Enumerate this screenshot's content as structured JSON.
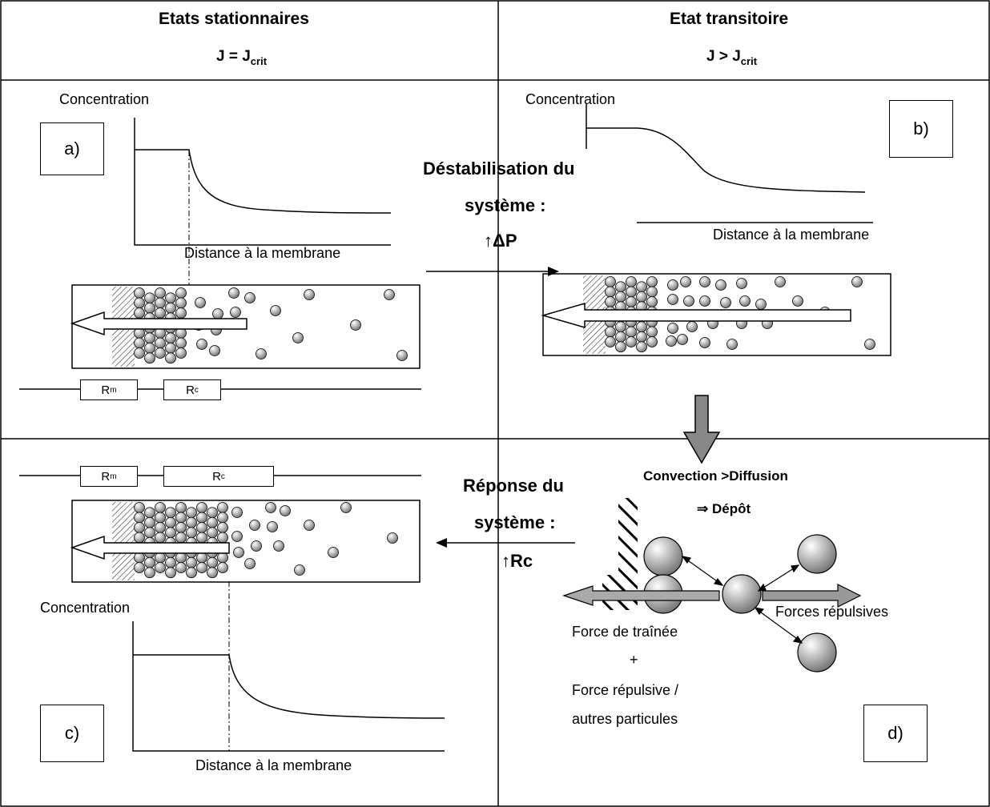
{
  "headers": {
    "left_title": "Etats stationnaires",
    "left_eq_main": "J = J",
    "left_eq_sub": "crit",
    "right_title": "Etat transitoire",
    "right_eq_main": "J > J",
    "right_eq_sub": "crit"
  },
  "panels": {
    "a": {
      "tag": "a)",
      "ylabel": "Concentration",
      "xlabel": "Distance à la membrane",
      "rm": "R",
      "rm_sub": "m",
      "rc": "R",
      "rc_sub": "c"
    },
    "b": {
      "tag": "b)",
      "ylabel": "Concentration",
      "xlabel": "Distance à la membrane"
    },
    "c": {
      "tag": "c)",
      "ylabel": "Concentration",
      "xlabel": "Distance à la membrane",
      "rm": "R",
      "rm_sub": "m",
      "rc": "R",
      "rc_sub": "c"
    },
    "d": {
      "tag": "d)",
      "line1": "Convection >Diffusion",
      "line2": "⇒ Dépôt",
      "drag": "Force de traînée",
      "plus": "+",
      "rep1": "Force répulsive /",
      "rep2": "autres particules",
      "forces": "Forces répulsives"
    }
  },
  "transitions": {
    "destab_1": "Déstabilisation du",
    "destab_2": "système :",
    "destab_3": "↑ΔP",
    "response_1": "Réponse du",
    "response_2": "système :",
    "response_3": "↑Rc"
  },
  "style": {
    "particle_light": "#ffffff",
    "particle_dark": "#7a7a7a",
    "arrow_grey": "#9a9a9a"
  }
}
